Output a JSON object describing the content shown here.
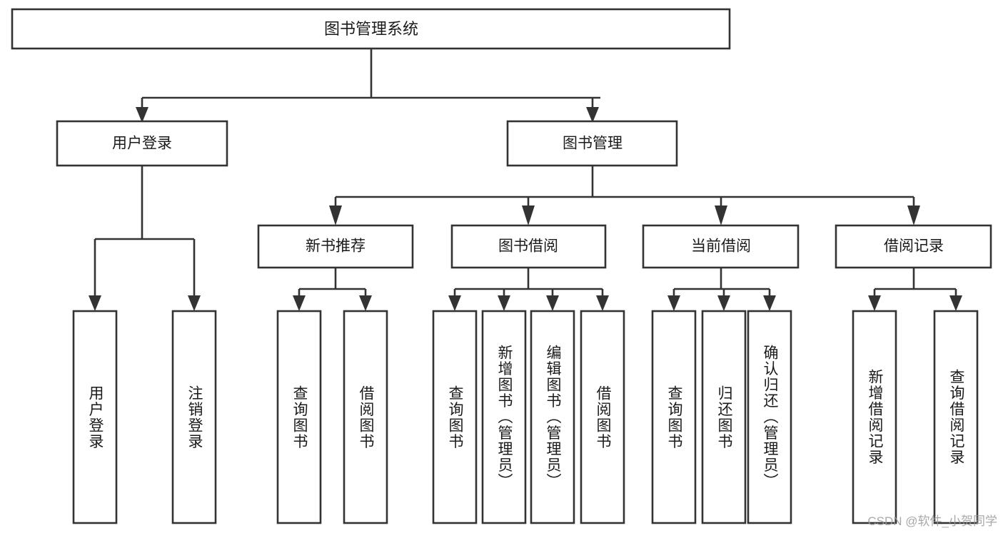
{
  "diagram": {
    "type": "tree-hierarchy-chart",
    "title": "图书管理系统",
    "watermark": "CSDN @软件_小贺同学",
    "colors": {
      "stroke": "#333333",
      "fill": "#ffffff",
      "text": "#1a1a1a",
      "watermark": "#9a9a9a"
    },
    "levels": {
      "level1": [
        {
          "id": "root",
          "label": "图书管理系统"
        }
      ],
      "level2": [
        {
          "id": "login",
          "label": "用户登录"
        },
        {
          "id": "bookmgmt",
          "label": "图书管理"
        }
      ],
      "level3": [
        {
          "id": "newbook",
          "label": "新书推荐"
        },
        {
          "id": "borrow",
          "label": "图书借阅"
        },
        {
          "id": "current",
          "label": "当前借阅"
        },
        {
          "id": "record",
          "label": "借阅记录"
        }
      ],
      "level4": [
        {
          "id": "leaf-1",
          "parent": "login",
          "label": "用户登录"
        },
        {
          "id": "leaf-2",
          "parent": "login",
          "label": "注销登录"
        },
        {
          "id": "leaf-3",
          "parent": "newbook",
          "label": "查询图书"
        },
        {
          "id": "leaf-4",
          "parent": "newbook",
          "label": "借阅图书"
        },
        {
          "id": "leaf-5",
          "parent": "borrow",
          "label": "查询图书"
        },
        {
          "id": "leaf-6",
          "parent": "borrow",
          "label": "新增图书（管理员）"
        },
        {
          "id": "leaf-7",
          "parent": "borrow",
          "label": "编辑图书（管理员）"
        },
        {
          "id": "leaf-8",
          "parent": "borrow",
          "label": "借阅图书"
        },
        {
          "id": "leaf-9",
          "parent": "current",
          "label": "查询图书"
        },
        {
          "id": "leaf-10",
          "parent": "current",
          "label": "归还图书"
        },
        {
          "id": "leaf-11",
          "parent": "current",
          "label": "确认归还（管理员）"
        },
        {
          "id": "leaf-12",
          "parent": "record",
          "label": "新增借阅记录"
        },
        {
          "id": "leaf-13",
          "parent": "record",
          "label": "查询借阅记录"
        }
      ]
    },
    "edges": [
      {
        "from": "root",
        "to": "login"
      },
      {
        "from": "root",
        "to": "bookmgmt"
      },
      {
        "from": "login",
        "to": "leaf-1"
      },
      {
        "from": "login",
        "to": "leaf-2"
      },
      {
        "from": "bookmgmt",
        "to": "newbook"
      },
      {
        "from": "bookmgmt",
        "to": "borrow"
      },
      {
        "from": "bookmgmt",
        "to": "current"
      },
      {
        "from": "bookmgmt",
        "to": "record"
      },
      {
        "from": "newbook",
        "to": "leaf-3"
      },
      {
        "from": "newbook",
        "to": "leaf-4"
      },
      {
        "from": "borrow",
        "to": "leaf-5"
      },
      {
        "from": "borrow",
        "to": "leaf-6"
      },
      {
        "from": "borrow",
        "to": "leaf-7"
      },
      {
        "from": "borrow",
        "to": "leaf-8"
      },
      {
        "from": "current",
        "to": "leaf-9"
      },
      {
        "from": "current",
        "to": "leaf-10"
      },
      {
        "from": "current",
        "to": "leaf-11"
      },
      {
        "from": "record",
        "to": "leaf-12"
      },
      {
        "from": "record",
        "to": "leaf-13"
      }
    ]
  }
}
